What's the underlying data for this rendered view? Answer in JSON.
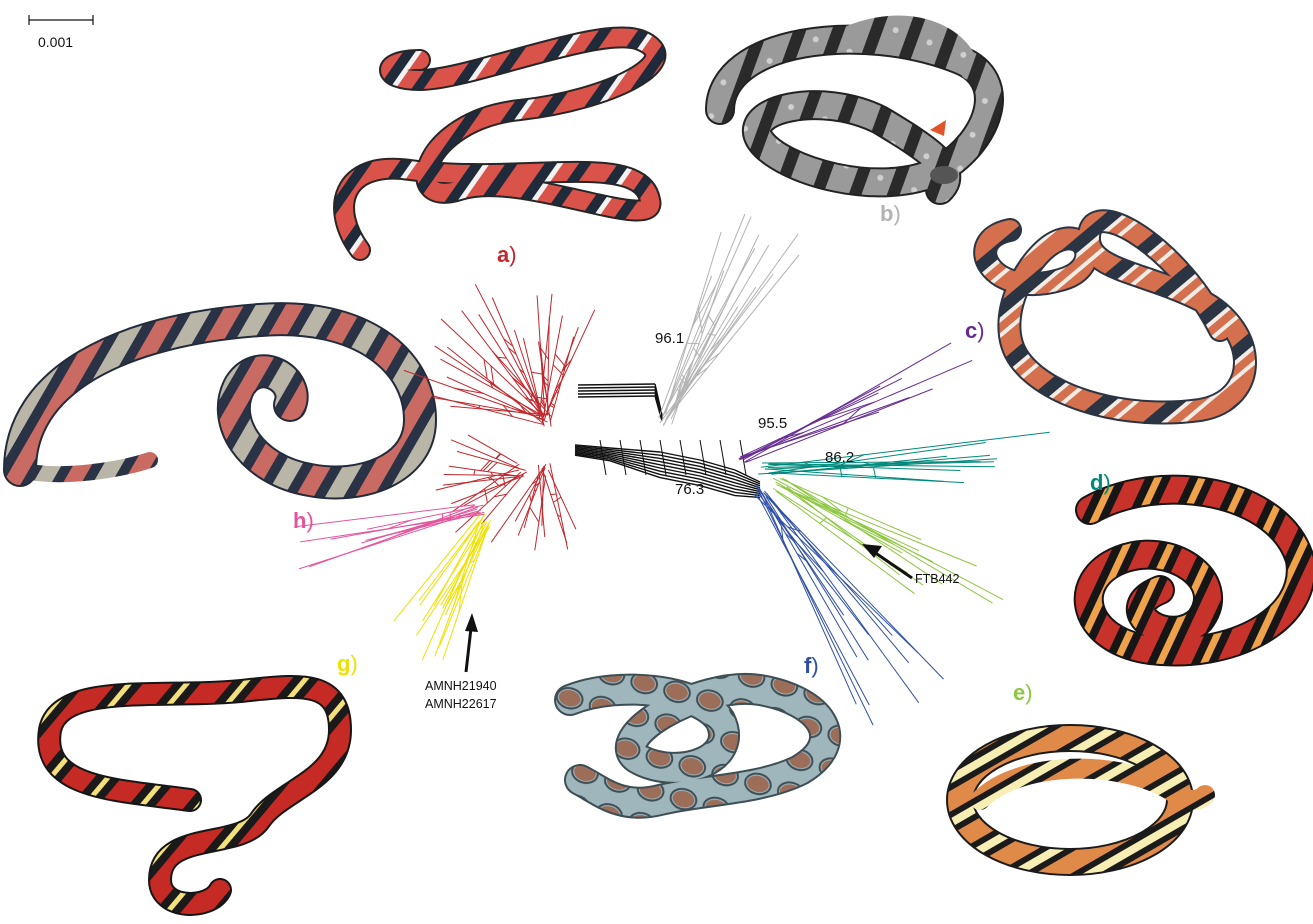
{
  "scale_bar": {
    "label": "0.001"
  },
  "clades": [
    {
      "id": "a",
      "label": "a",
      "paren": ")",
      "color": "#c1272d"
    },
    {
      "id": "b",
      "label": "b",
      "paren": ")",
      "color": "#b3b3b3"
    },
    {
      "id": "c",
      "label": "c",
      "paren": ")",
      "color": "#662d91"
    },
    {
      "id": "d",
      "label": "d",
      "paren": ")",
      "color": "#00897b"
    },
    {
      "id": "e",
      "label": "e",
      "paren": ")",
      "color": "#8dc63f"
    },
    {
      "id": "f",
      "label": "f",
      "paren": ")",
      "color": "#2e4fa3"
    },
    {
      "id": "g",
      "label": "g",
      "paren": ")",
      "color": "#f0e000"
    },
    {
      "id": "h",
      "label": "h",
      "paren": ")",
      "color": "#e4569c"
    }
  ],
  "support_values": [
    "96.1",
    "95.5",
    "86.2",
    "76.3"
  ],
  "callouts": {
    "ftb": "FTB442",
    "amnh_1": "AMNH21940",
    "amnh_2": "AMNH22617"
  },
  "snake_photos": [
    {
      "id": "a",
      "pattern": "red-black-white-bands"
    },
    {
      "id": "b",
      "pattern": "grey-black-blotches"
    },
    {
      "id": "c",
      "pattern": "orange-black-white-bands"
    },
    {
      "id": "d",
      "pattern": "red-orange-black-bands"
    },
    {
      "id": "e",
      "pattern": "orange-black-cream-bands"
    },
    {
      "id": "f",
      "pattern": "grey-brown-blotches"
    },
    {
      "id": "g",
      "pattern": "red-black-yellow-bands"
    },
    {
      "id": "h",
      "pattern": "red-black-grey-bands"
    }
  ]
}
